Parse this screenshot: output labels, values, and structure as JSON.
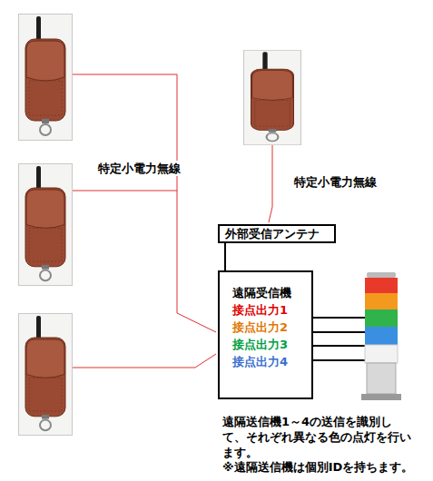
{
  "diagram": {
    "nodes": [
      {
        "text": [
          "外部受信アンテナ"
        ]
      },
      {
        "text": [
          "遠隔受信機",
          "接点出力1",
          "接点出力2",
          "接点出力3",
          "接点出力4"
        ]
      }
    ],
    "edges": [
      {
        "from": 0,
        "to": 1,
        "arrow": "none"
      }
    ],
    "labels": [
      "特定小電力無線",
      "特定小電力無線",
      "遠隔送信機1～4の送信を識別して、それぞれ異なる色の点灯を行います。",
      "※遠隔送信機は個別IDを持ちます。"
    ]
  }
}
